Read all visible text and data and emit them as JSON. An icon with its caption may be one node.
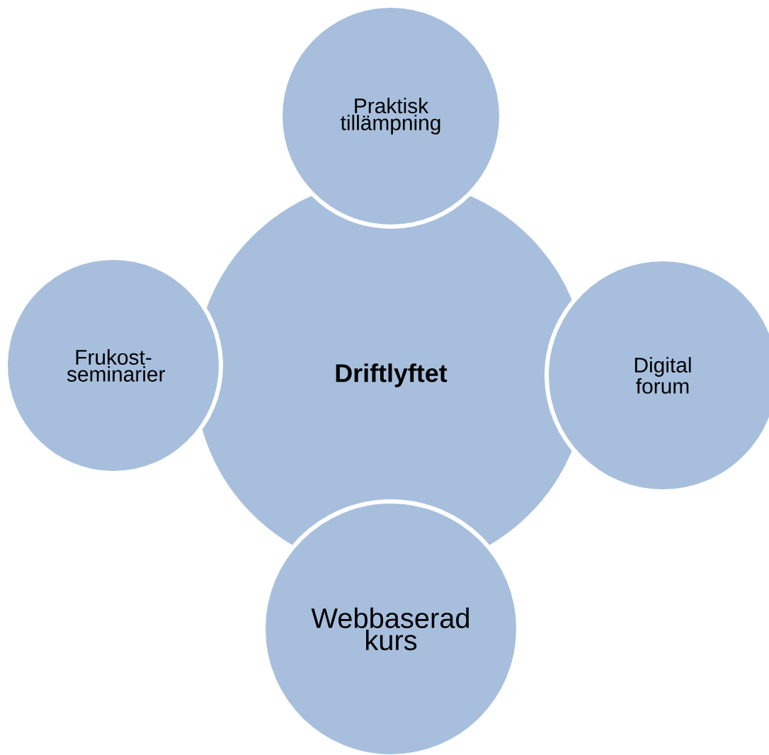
{
  "diagram": {
    "nodes": [
      {
        "text": [
          "Driftlyftet"
        ]
      },
      {
        "text": [
          "Praktisk tillämpning"
        ]
      },
      {
        "text": [
          "Frukost-seminarier"
        ]
      },
      {
        "text": [
          "Digital forum"
        ]
      },
      {
        "text": [
          "Webbaserad kurs"
        ]
      }
    ]
  }
}
